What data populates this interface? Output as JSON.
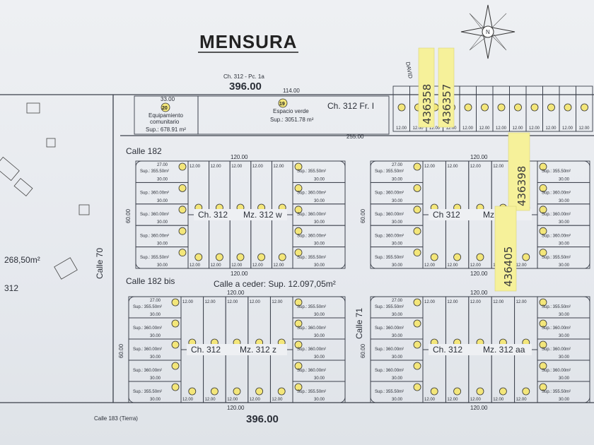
{
  "title": "MENSURA",
  "top_parcel": "Ch. 312 - Pc. 1a",
  "top_length": "396.00",
  "bottom_length": "396.00",
  "len_255": "255.00",
  "len_114": "114.00",
  "len_120": "120.00",
  "fr_label": "Ch. 312 Fr. I",
  "equipamiento": {
    "num": "20",
    "line1": "Equipamiento",
    "line2": "comunitario",
    "sup": "Sup.: 678.91 m²",
    "dim": "33.00"
  },
  "espacio_verde": {
    "num": "19",
    "line1": "Espacio verde",
    "sup": "Sup.: 3051.78 m²"
  },
  "streets": {
    "calle_182": "Calle 182",
    "calle_182_bis": "Calle 182 bis",
    "calle_70": "Calle 70",
    "calle_71": "Calle 71",
    "calle_183": "Calle 183 (Tierra)",
    "calle_ceder": "Calle a ceder: Sup. 12.097,05m²"
  },
  "left_area": "268,50m²",
  "left_num": "312",
  "blocks": [
    {
      "ch": "Ch. 312",
      "mz": "Mz. 312 w"
    },
    {
      "ch": "Ch 312",
      "mz": "Mz."
    },
    {
      "ch": "Ch. 312",
      "mz": "Mz. 312 z"
    },
    {
      "ch": "Ch. 312",
      "mz": "Mz. 312 aa"
    }
  ],
  "sup_355": "Sup.: 355.50m²",
  "sup_360": "Sup.: 360.00m²",
  "dim_30": "30.00",
  "dim_27": "27.00",
  "dim_12": "12.00",
  "dim_60": "60.00",
  "sticky_notes": [
    "436358",
    "436357",
    "436398",
    "436405"
  ],
  "handwritten": "DAVID"
}
